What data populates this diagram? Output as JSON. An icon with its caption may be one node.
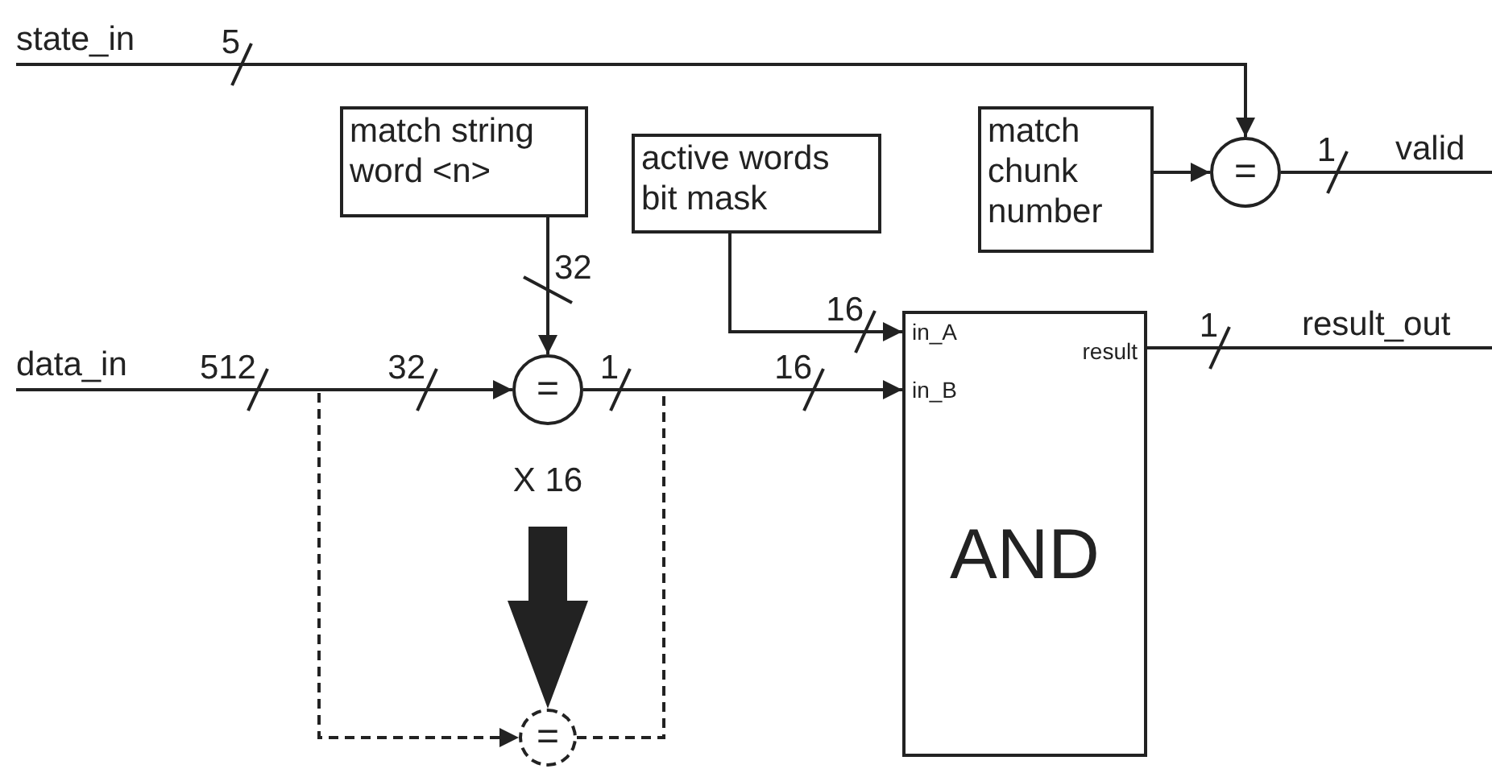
{
  "diagram": {
    "nodes": [
      {
        "text": [
          "state_in"
        ]
      },
      {
        "text": [
          "match string word <n>"
        ]
      },
      {
        "text": [
          "active words bit mask"
        ]
      },
      {
        "text": [
          "match chunk number"
        ]
      },
      {
        "text": [
          "="
        ]
      },
      {
        "text": [
          "valid"
        ]
      },
      {
        "text": [
          "data_in"
        ]
      },
      {
        "text": [
          "="
        ]
      },
      {
        "text": [
          "X 16"
        ]
      },
      {
        "text": [
          "in_A",
          "in_B",
          "result",
          "AND"
        ]
      },
      {
        "text": [
          "result_out"
        ]
      },
      {
        "text": [
          "="
        ]
      }
    ],
    "edges": [
      {
        "from": 0,
        "to": 4,
        "arrow": "to",
        "label": "5"
      },
      {
        "from": 1,
        "to": 7,
        "arrow": "to",
        "label": "32"
      },
      {
        "from": 2,
        "to": 9,
        "arrow": "to",
        "label": "16"
      },
      {
        "from": 3,
        "to": 4,
        "arrow": "to"
      },
      {
        "from": 4,
        "to": 5,
        "arrow": "none",
        "label": "1"
      },
      {
        "from": 6,
        "to": 7,
        "arrow": "to",
        "label": "512"
      },
      {
        "from": 7,
        "to": 9,
        "arrow": "to",
        "label": "1"
      },
      {
        "from": 9,
        "to": 10,
        "arrow": "none",
        "label": "1"
      },
      {
        "from": 6,
        "to": 11,
        "arrow": "to",
        "style": "dashed"
      },
      {
        "from": 11,
        "to": 9,
        "arrow": "none",
        "style": "dashed"
      },
      {
        "from": 8,
        "to": 11,
        "arrow": "to",
        "style": "thick"
      }
    ],
    "labels": [
      "32",
      "16"
    ]
  }
}
